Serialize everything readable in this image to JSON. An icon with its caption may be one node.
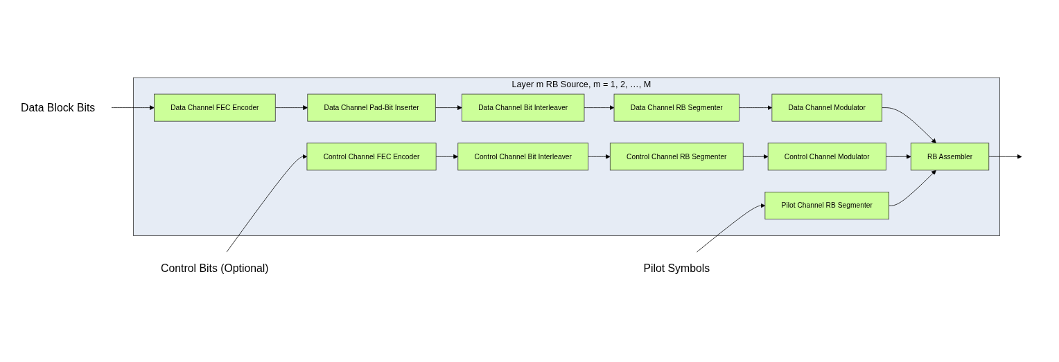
{
  "diagram": {
    "nodes": [
      {
        "text": [
          "Layer m RB Source, m = 1, 2, …, M"
        ]
      },
      {
        "text": [
          "Data Block Bits"
        ]
      },
      {
        "text": [
          "Control Bits (Optional)"
        ]
      },
      {
        "text": [
          "Pilot Symbols"
        ]
      },
      {
        "text": [
          "Data Channel FEC Encoder"
        ],
        "in": 0
      },
      {
        "text": [
          "Data Channel Pad-Bit Inserter"
        ],
        "in": 0
      },
      {
        "text": [
          "Data Channel Bit Interleaver"
        ],
        "in": 0
      },
      {
        "text": [
          "Data Channel RB Segmenter"
        ],
        "in": 0
      },
      {
        "text": [
          "Data Channel Modulator"
        ],
        "in": 0
      },
      {
        "text": [
          "Control Channel FEC Encoder"
        ],
        "in": 0
      },
      {
        "text": [
          "Control Channel Bit Interleaver"
        ],
        "in": 0
      },
      {
        "text": [
          "Control Channel RB Segmenter"
        ],
        "in": 0
      },
      {
        "text": [
          "Control Channel Modulator"
        ],
        "in": 0
      },
      {
        "text": [
          "Pilot Channel RB Segmenter"
        ],
        "in": 0
      },
      {
        "text": [
          "RB Assembler"
        ],
        "in": 0
      }
    ],
    "edges": [
      {
        "from": 1,
        "to": 4,
        "arrow": "to"
      },
      {
        "from": 4,
        "to": 5,
        "arrow": "to"
      },
      {
        "from": 5,
        "to": 6,
        "arrow": "to"
      },
      {
        "from": 6,
        "to": 7,
        "arrow": "to"
      },
      {
        "from": 7,
        "to": 8,
        "arrow": "to"
      },
      {
        "from": 8,
        "to": 14,
        "arrow": "to"
      },
      {
        "from": 2,
        "to": 9,
        "arrow": "to"
      },
      {
        "from": 9,
        "to": 10,
        "arrow": "to"
      },
      {
        "from": 10,
        "to": 11,
        "arrow": "to"
      },
      {
        "from": 11,
        "to": 12,
        "arrow": "to"
      },
      {
        "from": 12,
        "to": 14,
        "arrow": "to"
      },
      {
        "from": 3,
        "to": 13,
        "arrow": "to"
      },
      {
        "from": 13,
        "to": 14,
        "arrow": "to"
      },
      {
        "from": 14,
        "to": null,
        "arrow": "to"
      }
    ]
  }
}
